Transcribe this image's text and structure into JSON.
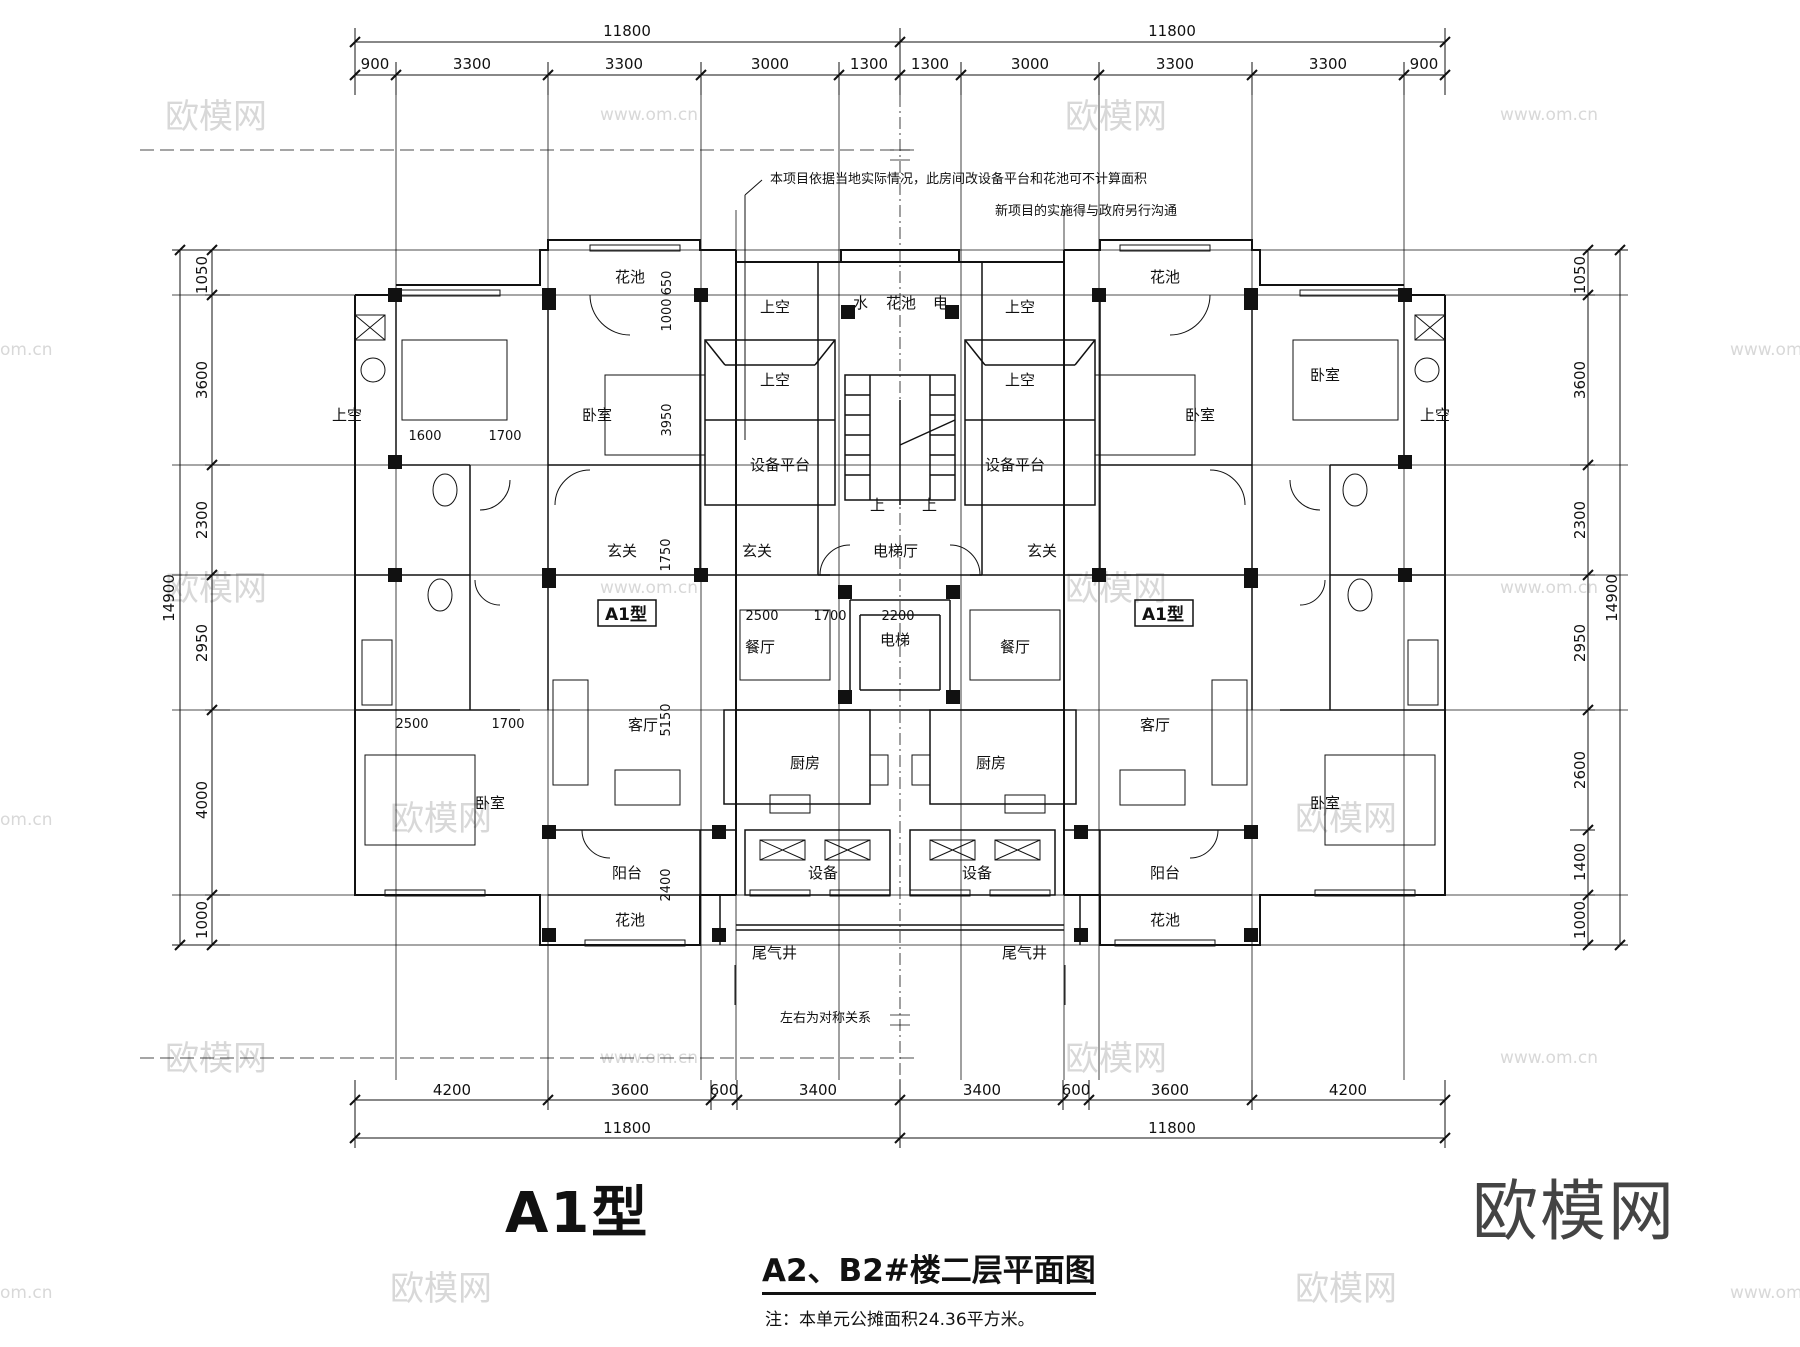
{
  "drawing": {
    "type_label": "A1型",
    "title": "A2、B2#楼二层平面图",
    "footnote": "注：本单元公摊面积24.36平方米。",
    "brand": "欧模网",
    "notes": {
      "top_line1": "本项目依据当地实际情况，此房间改设备平台和花池可不计算面积",
      "top_line2": "新项目的实施得与政府另行沟通",
      "symmetry": "左右为对称关系"
    }
  },
  "watermarks": {
    "cn": "欧模网",
    "url": "www.om.cn",
    "url_short": "om.cn"
  },
  "dimensions": {
    "top_total": [
      "11800",
      "11800"
    ],
    "top_parts": [
      "900",
      "3300",
      "3300",
      "3000",
      "1300",
      "1300",
      "3000",
      "3300",
      "3300",
      "900"
    ],
    "bottom_parts": [
      "4200",
      "3600",
      "600",
      "3400",
      "3400",
      "600",
      "3600",
      "4200"
    ],
    "bottom_total": [
      "11800",
      "11800"
    ],
    "left": [
      "1050",
      "3600",
      "2300",
      "2950",
      "4000",
      "1000"
    ],
    "left_total": "14900",
    "right": [
      "1050",
      "3600",
      "2300",
      "2950",
      "2600",
      "1400",
      "1000"
    ],
    "right_total": "14900",
    "inner": [
      "650",
      "1000",
      "3950",
      "1600",
      "1700",
      "1750",
      "2500",
      "2200",
      "1700",
      "5150",
      "2500",
      "1700",
      "2400"
    ]
  },
  "rooms": {
    "flower_bed": "花池",
    "void": "上空",
    "water": "水",
    "electric": "电",
    "bedroom": "卧室",
    "equipment_platform": "设备平台",
    "entrance": "玄关",
    "elevator_hall": "电梯厅",
    "elevator": "电梯",
    "dining": "餐厅",
    "living": "客厅",
    "kitchen": "厨房",
    "balcony": "阳台",
    "equipment": "设备",
    "exhaust_shaft": "尾气井",
    "unit_type": "A1型",
    "stair_up": "上"
  }
}
